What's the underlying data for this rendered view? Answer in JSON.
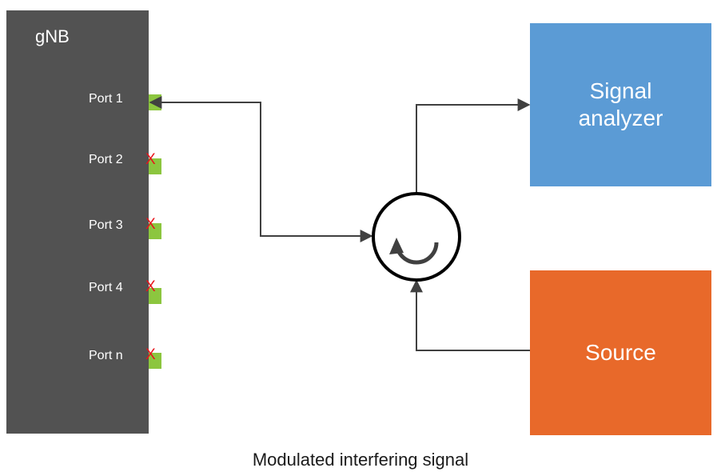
{
  "gnb": {
    "title": "gNB",
    "ports": [
      {
        "label": "Port 1",
        "disconnected": false
      },
      {
        "label": "Port 2",
        "disconnected": true
      },
      {
        "label": "Port 3",
        "disconnected": true
      },
      {
        "label": "Port 4",
        "disconnected": true
      },
      {
        "label": "Port n",
        "disconnected": true
      }
    ],
    "disconnect_mark": "X"
  },
  "signal_analyzer": {
    "line1": "Signal",
    "line2": "analyzer"
  },
  "source": {
    "label": "Source"
  },
  "caption": "Modulated interfering signal",
  "colors": {
    "gnb": "#525252",
    "port": "#8cc63f",
    "disconnect": "#e8141b",
    "analyzer": "#5b9bd5",
    "source": "#e8692a",
    "wire": "#404040"
  }
}
